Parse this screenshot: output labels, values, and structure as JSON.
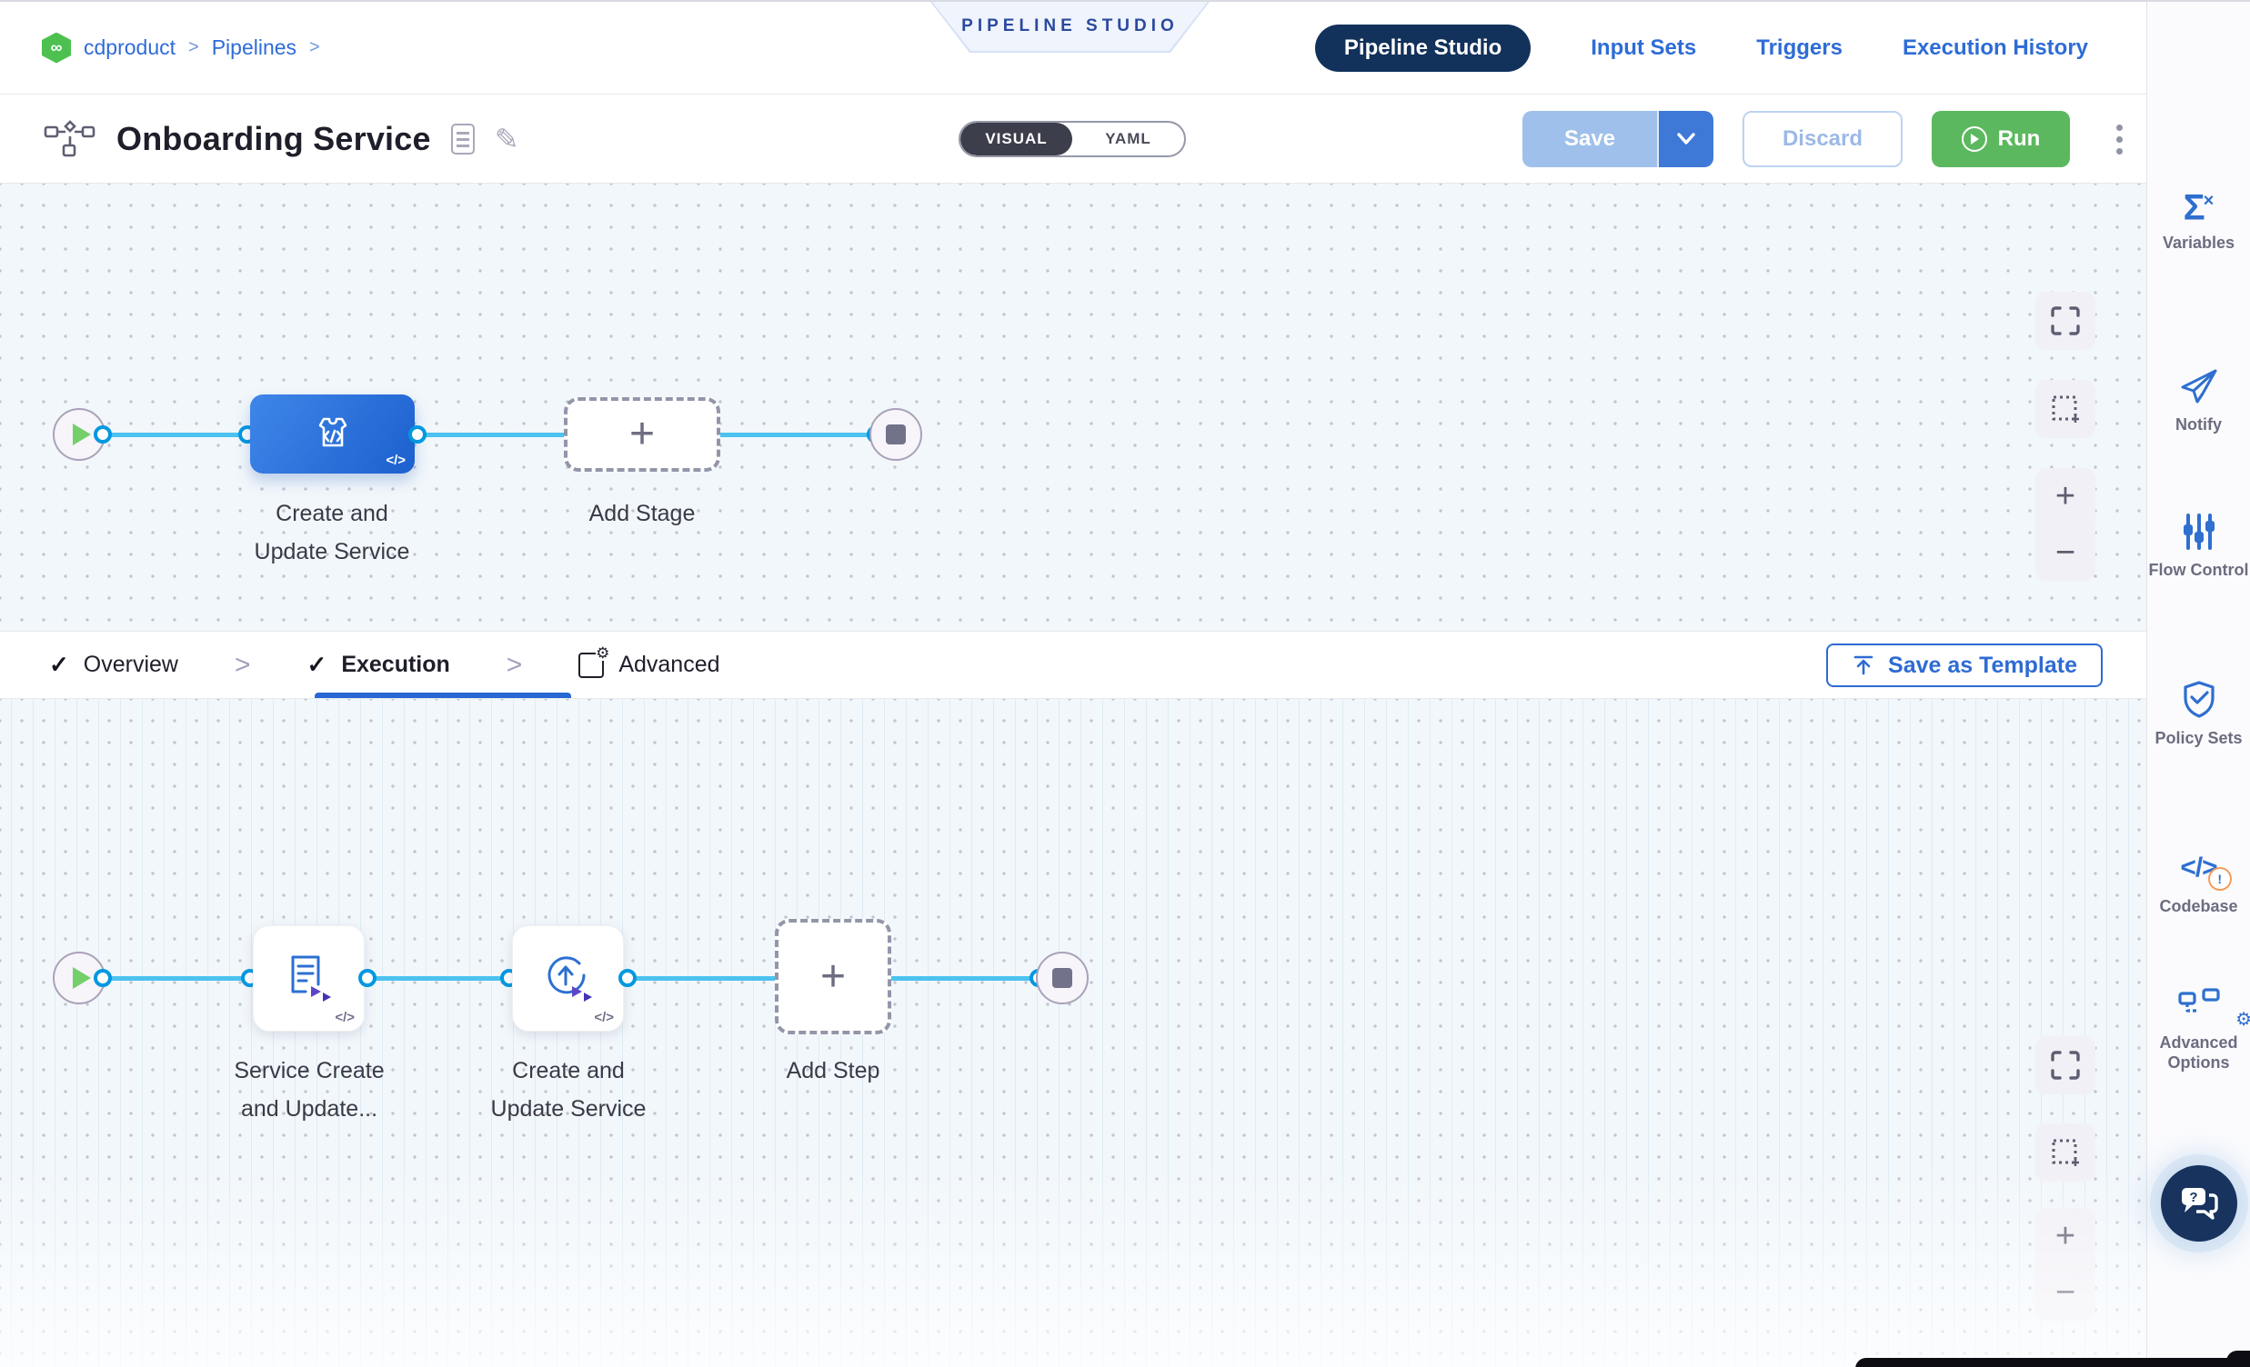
{
  "breadcrumb": {
    "project": "cdproduct",
    "section": "Pipelines",
    "separator": ">"
  },
  "top_nav": {
    "flag": "PIPELINE STUDIO",
    "tabs": [
      {
        "label": "Pipeline Studio",
        "active": true
      },
      {
        "label": "Input Sets",
        "active": false
      },
      {
        "label": "Triggers",
        "active": false
      },
      {
        "label": "Execution History",
        "active": false
      }
    ]
  },
  "toolbar": {
    "pipeline_title": "Onboarding Service",
    "view_toggle": {
      "visual": "VISUAL",
      "yaml": "YAML",
      "selected": "VISUAL"
    },
    "save_label": "Save",
    "discard_label": "Discard",
    "run_label": "Run"
  },
  "stage_canvas": {
    "stage": {
      "name_line1": "Create and",
      "name_line2": "Update Service"
    },
    "add_stage_label": "Add Stage",
    "code_badge": "</>"
  },
  "stage_tabs": {
    "overview": "Overview",
    "execution": "Execution",
    "advanced": "Advanced",
    "save_as_template": "Save as Template"
  },
  "step_canvas": {
    "step1": {
      "name_line1": "Service Create",
      "name_line2": "and Update..."
    },
    "step2": {
      "name_line1": "Create and",
      "name_line2": "Update Service"
    },
    "add_step_label": "Add Step",
    "code_badge": "</>"
  },
  "sidebar": {
    "items": [
      {
        "label": "Variables"
      },
      {
        "label": "Notify"
      },
      {
        "label": "Flow Control"
      },
      {
        "label": "Policy Sets"
      },
      {
        "label": "Codebase"
      },
      {
        "label": "Advanced Options"
      }
    ]
  },
  "glyphs": {
    "plus": "+",
    "minus": "−",
    "check": "✓",
    "chevron": ">",
    "infinity": "∞",
    "sigma": "Σ",
    "x_small": "×",
    "gear": "⚙",
    "warning": "!",
    "pencil": "✎"
  },
  "colors": {
    "primary_blue": "#2e6cd6",
    "connector_blue": "#4cc2ef",
    "port_blue": "#0298e0",
    "run_green": "#5cb85f",
    "navy_pill": "#12315b",
    "stage_gradient_start": "#3f86e8",
    "stage_gradient_end": "#1c60cf"
  }
}
